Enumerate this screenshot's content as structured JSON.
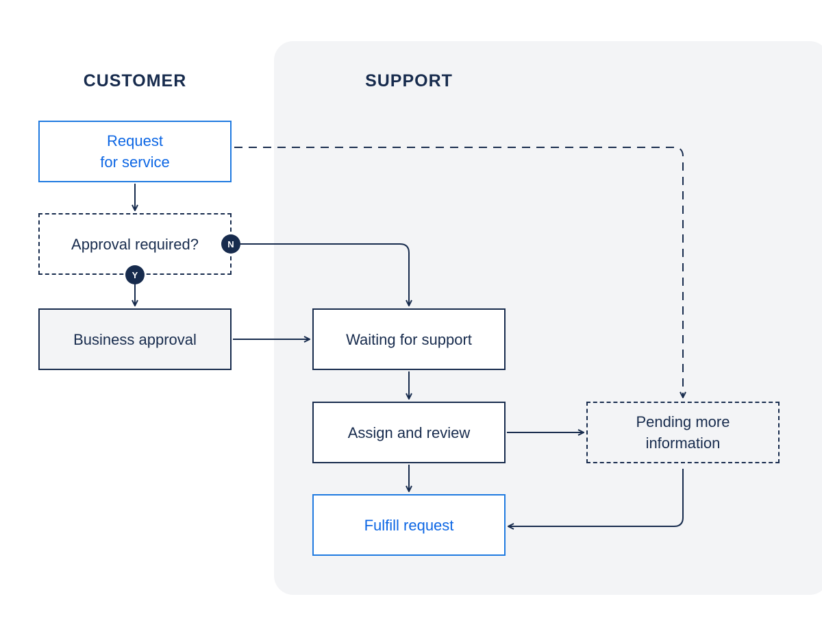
{
  "lanes": {
    "customer": "CUSTOMER",
    "support": "SUPPORT"
  },
  "nodes": {
    "request_line1": "Request",
    "request_line2": "for service",
    "approval": "Approval required?",
    "business": "Business approval",
    "waiting": "Waiting for support",
    "assign": "Assign and review",
    "fulfill": "Fulfill request",
    "pending_line1": "Pending more",
    "pending_line2": "information"
  },
  "badges": {
    "no": "N",
    "yes": "Y"
  },
  "colors": {
    "ink": "#172b4d",
    "blue": "#0c66e4",
    "lane_bg": "#f3f4f6"
  }
}
